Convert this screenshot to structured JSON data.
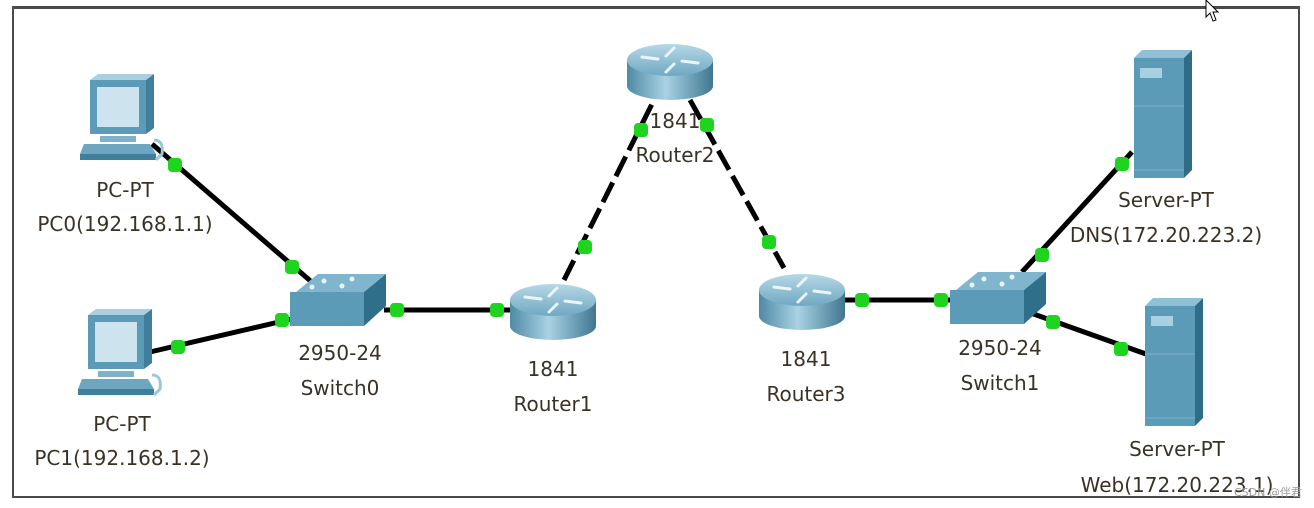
{
  "diagram": {
    "title": "Packet Tracer topology",
    "colors": {
      "link": "#000000",
      "port_up": "#1fd41f",
      "device_fill": "#5b9bb8",
      "device_dark": "#3f7f9c",
      "device_light": "#8fc3da",
      "label": "#3b3226",
      "frame": "#4a4a4a"
    },
    "nodes": [
      {
        "id": "pc0",
        "type": "pc",
        "model": "PC-PT",
        "name": "PC0(192.168.1.1)"
      },
      {
        "id": "pc1",
        "type": "pc",
        "model": "PC-PT",
        "name": "PC1(192.168.1.2)"
      },
      {
        "id": "switch0",
        "type": "switch",
        "model": "2950-24",
        "name": "Switch0"
      },
      {
        "id": "router1",
        "type": "router",
        "model": "1841",
        "name": "Router1"
      },
      {
        "id": "router2",
        "type": "router",
        "model": "1841",
        "name": "Router2"
      },
      {
        "id": "router3",
        "type": "router",
        "model": "1841",
        "name": "Router3"
      },
      {
        "id": "switch1",
        "type": "switch",
        "model": "2950-24",
        "name": "Switch1"
      },
      {
        "id": "dns",
        "type": "server",
        "model": "Server-PT",
        "name": "DNS(172.20.223.2)"
      },
      {
        "id": "web",
        "type": "server",
        "model": "Server-PT",
        "name": "Web(172.20.223.1)"
      }
    ],
    "links": [
      {
        "from": "pc0",
        "to": "switch0",
        "style": "solid",
        "status": "up"
      },
      {
        "from": "pc1",
        "to": "switch0",
        "style": "solid",
        "status": "up"
      },
      {
        "from": "switch0",
        "to": "router1",
        "style": "solid",
        "status": "up"
      },
      {
        "from": "router1",
        "to": "router2",
        "style": "dashed",
        "status": "up"
      },
      {
        "from": "router2",
        "to": "router3",
        "style": "dashed",
        "status": "up"
      },
      {
        "from": "router3",
        "to": "switch1",
        "style": "solid",
        "status": "up"
      },
      {
        "from": "switch1",
        "to": "dns",
        "style": "solid",
        "status": "up"
      },
      {
        "from": "switch1",
        "to": "web",
        "style": "solid",
        "status": "up"
      }
    ],
    "watermark": "CSDN @伴君"
  }
}
